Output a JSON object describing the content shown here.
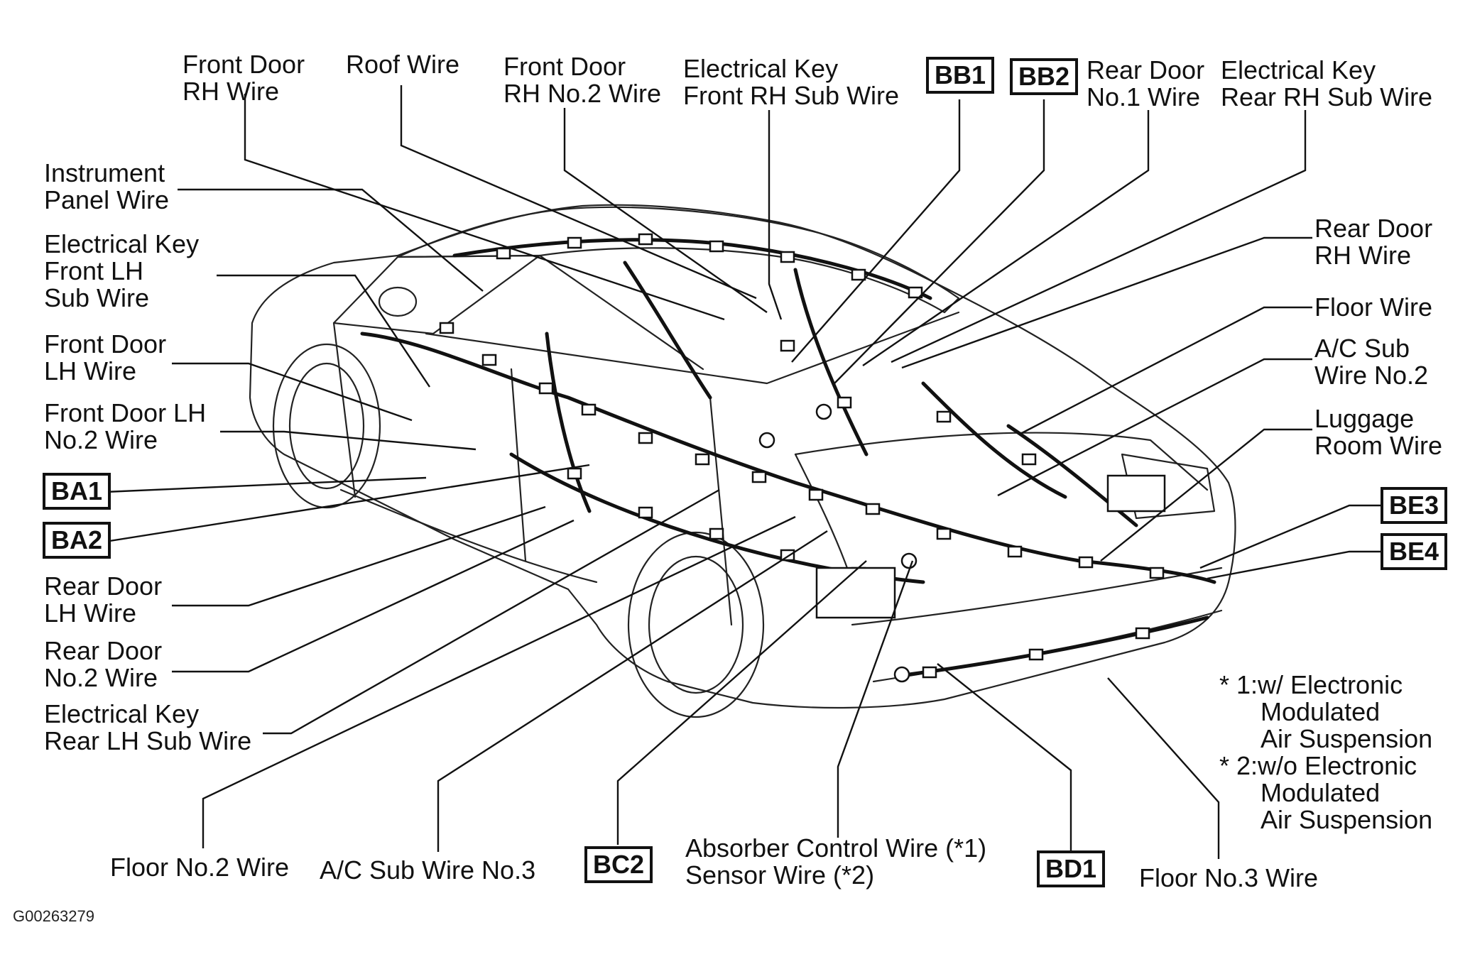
{
  "labels": {
    "front_door_rh": [
      "Front Door",
      "RH Wire"
    ],
    "roof": [
      "Roof Wire"
    ],
    "front_door_rh2": [
      "Front Door",
      "RH No.2 Wire"
    ],
    "ekey_front_rh": [
      "Electrical Key",
      "Front RH Sub Wire"
    ],
    "rear_door_no1": [
      "Rear Door",
      "No.1 Wire"
    ],
    "ekey_rear_rh": [
      "Electrical Key",
      "Rear RH Sub Wire"
    ],
    "instrument_panel": [
      "Instrument",
      "Panel Wire"
    ],
    "ekey_front_lh": [
      "Electrical Key",
      "Front LH",
      "Sub Wire"
    ],
    "front_door_lh": [
      "Front Door",
      "LH Wire"
    ],
    "front_door_lh2": [
      "Front Door LH",
      "No.2 Wire"
    ],
    "rear_door_rh": [
      "Rear Door",
      "RH Wire"
    ],
    "floor": [
      "Floor Wire"
    ],
    "ac_sub2": [
      "A/C Sub",
      "Wire No.2"
    ],
    "luggage": [
      "Luggage",
      "Room Wire"
    ],
    "rear_door_lh": [
      "Rear Door",
      "LH Wire"
    ],
    "rear_door_no2": [
      "Rear Door",
      "No.2 Wire"
    ],
    "ekey_rear_lh": [
      "Electrical Key",
      "Rear LH Sub Wire"
    ],
    "floor_no2": [
      "Floor No.2 Wire"
    ],
    "ac_sub3": [
      "A/C Sub Wire No.3"
    ],
    "absorber": [
      "Absorber Control Wire (*1)",
      "Sensor Wire (*2)"
    ],
    "floor_no3": [
      "Floor No.3 Wire"
    ]
  },
  "connectors": {
    "bb1": "BB1",
    "bb2": "BB2",
    "ba1": "BA1",
    "ba2": "BA2",
    "be3": "BE3",
    "be4": "BE4",
    "bc2": "BC2",
    "bd1": "BD1"
  },
  "footnotes": {
    "n1_star": "* 1:w/ Electronic",
    "n1_l2": "Modulated",
    "n1_l3": "Air Suspension",
    "n2_star": "* 2:w/o Electronic",
    "n2_l2": "Modulated",
    "n2_l3": "Air Suspension"
  },
  "figure_code": "G00263279"
}
